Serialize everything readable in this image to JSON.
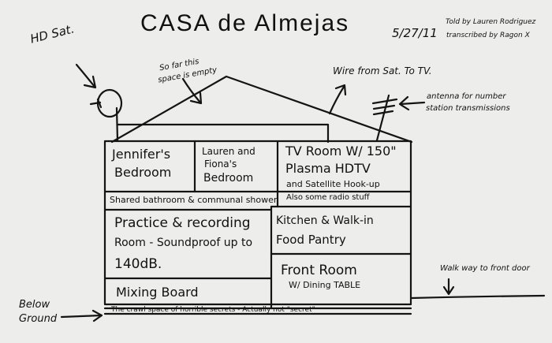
{
  "title": "CASA de Almejas",
  "date": "5/27/11",
  "credit_line1": "Told by Lauren Rodriguez",
  "credit_line2": "transcribed by Ragon X",
  "annotations": {
    "hd_sat": "HD Sat.",
    "empty_space_line1": "So far this",
    "empty_space_line2": "space is empty",
    "wire": "Wire from Sat. To TV.",
    "antenna_line1": "antenna for number",
    "antenna_line2": "station transmissions",
    "walkway": "Walk way to front door",
    "below_ground_line1": "Below",
    "below_ground_line2": "Ground"
  },
  "rooms": {
    "jennifer_line1": "Jennifer's",
    "jennifer_line2": "Bedroom",
    "lauren_line1": "Lauren and",
    "lauren_line2": "Fiona's",
    "lauren_line3": "Bedroom",
    "tv_line1": "TV Room W/ 150\"",
    "tv_line2": "Plasma HDTV",
    "tv_line3": "and Satellite Hook-up",
    "tv_line4": "Also some radio stuff",
    "bathroom": "Shared bathroom & communal shower",
    "practice_line1": "Practice & recording",
    "practice_line2": "Room - Soundproof up to",
    "practice_line3": "140dB.",
    "kitchen_line1": "Kitchen & Walk-in",
    "kitchen_line2": "Food Pantry",
    "front_line1": "Front Room",
    "front_line2": "W/ Dining TABLE",
    "mixing": "Mixing Board",
    "crawl": "The crawl space of horrible secrets - Actually not \"secret\""
  }
}
